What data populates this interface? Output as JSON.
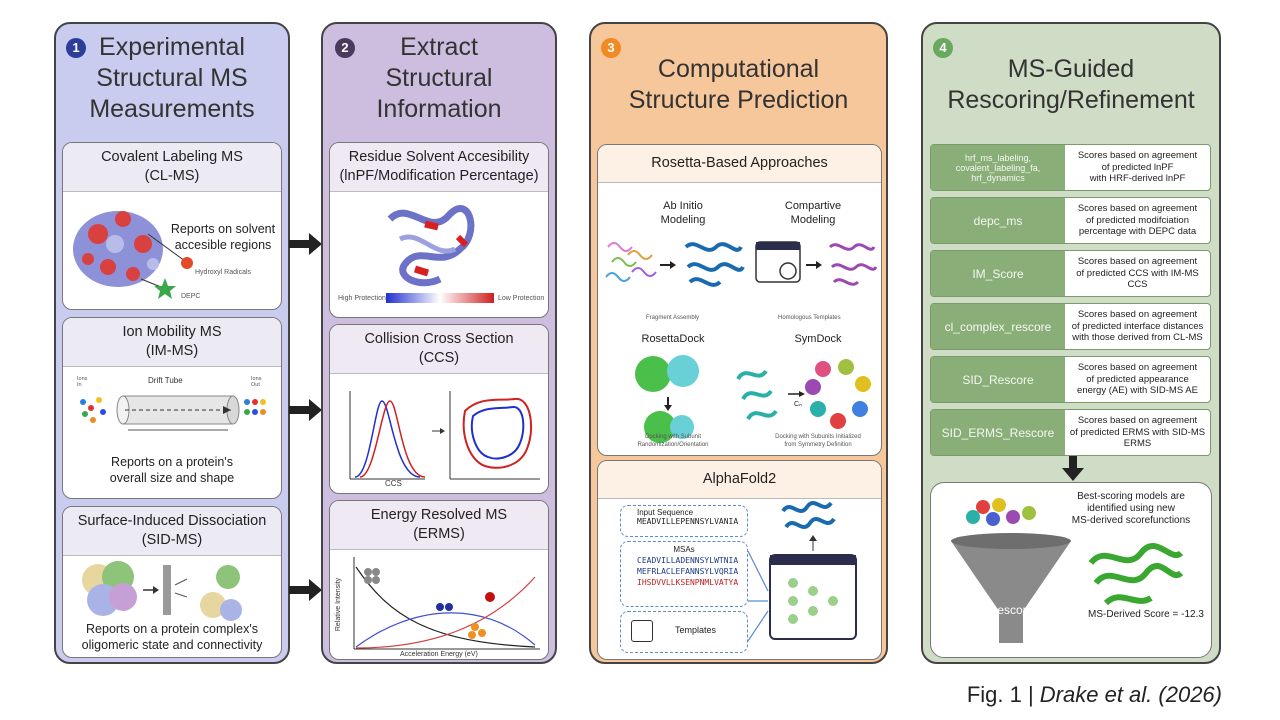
{
  "panels": [
    {
      "number": "1",
      "title": "Experimental\nStructural MS\nMeasurements",
      "color": "#c9ccee",
      "badge_color": "#2c3e9a"
    },
    {
      "number": "2",
      "title": "Extract\nStructural\nInformation",
      "color": "#cdbedf",
      "badge_color": "#4a3a5e"
    },
    {
      "number": "3",
      "title": "Computational\nStructure Prediction",
      "color": "#f6c79b",
      "badge_color": "#f08a24"
    },
    {
      "number": "4",
      "title": "MS-Guided\nRescoring/Refinement",
      "color": "#cfdcc6",
      "badge_color": "#6aa860"
    }
  ],
  "panel1": {
    "cards": [
      {
        "title": "Covalent Labeling MS\n(CL-MS)",
        "caption": "Reports on solvent\naccesible regions",
        "labels": {
          "radical": "Hydroxyl Radicals",
          "depc": "DEPC"
        }
      },
      {
        "title": "Ion Mobility MS\n(IM-MS)",
        "caption": "Reports on a protein's\noverall size and shape",
        "labels": {
          "tube": "Drift Tube",
          "ions_in": "Ions\nIn",
          "ions_out": "Ions\nOut"
        }
      },
      {
        "title": "Surface-Induced Dissociation\n(SID-MS)",
        "caption": "Reports on a protein complex's\noligomeric state and connectivity"
      }
    ]
  },
  "panel2": {
    "cards": [
      {
        "title": "Residue Solvent Accesibility\n(lnPF/Modification Percentage)",
        "legend_low": "High Protection",
        "legend_high": "Low Protection"
      },
      {
        "title": "Collision Cross Section\n(CCS)",
        "xlabel": "CCS"
      },
      {
        "title": "Energy Resolved MS\n(ERMS)",
        "xlabel": "Acceleration Energy (eV)",
        "ylabel": "Relative Intensity"
      }
    ]
  },
  "panel3": {
    "rosetta": {
      "title": "Rosetta-Based Approaches",
      "abinitio": "Ab Initio\nModeling",
      "comparative": "Compartive\nModeling",
      "fragment": "Fragment Assembly",
      "homologous": "Homologous Templates",
      "dock": "RosettaDock",
      "symdock": "SymDock",
      "dock_caption": "Docking with Subunit\nRandomization/Orientation",
      "symdock_caption": "Docking with Subunits Initialized\nfrom Symmetry Definition",
      "cn": "Cₙ"
    },
    "alphafold": {
      "title": "AlphaFold2",
      "input_label": "Input Sequence",
      "input_seq": "MEADVILLEPENNSYLVANIA",
      "msa_label": "MSAs",
      "msa1": "CEADVILLADENNSYLWTNIA",
      "msa2": "MEFRLACLEFANNSYLVQRIA",
      "msa3": "IHSDVVLLKSENPNMLVATYA",
      "templates": "Templates"
    }
  },
  "panel4": {
    "scores": [
      {
        "name": "hrf_ms_labeling,\ncovalent_labeling_fa,\nhrf_dynamics",
        "desc": "Scores based on agreement\nof predicted lnPF\nwith HRF-derived lnPF"
      },
      {
        "name": "depc_ms",
        "desc": "Scores based on agreement\nof predicted modifciation\npercentage with DEPC data"
      },
      {
        "name": "IM_Score",
        "desc": "Scores based on agreement\nof predicted CCS with IM-MS\nCCS"
      },
      {
        "name": "cl_complex_rescore",
        "desc": "Scores based on agreement\nof predicted interface distances\nwith those derived from CL-MS"
      },
      {
        "name": "SID_Rescore",
        "desc": "Scores based on agreement\nof predicted appearance\nenergy (AE) with SID-MS AE"
      },
      {
        "name": "SID_ERMS_Rescore",
        "desc": "Scores based on agreement\nof predicted ERMS with SID-MS\nERMS"
      }
    ],
    "final_text": "Best-scoring models are\nidentified using new\nMS-derived scorefunctions",
    "funnel_label": "Rescore",
    "final_score": "MS-Derived Score = -12.3"
  },
  "footer": {
    "prefix": "Fig. 1 | ",
    "authors": "Drake et al. (2026)"
  }
}
